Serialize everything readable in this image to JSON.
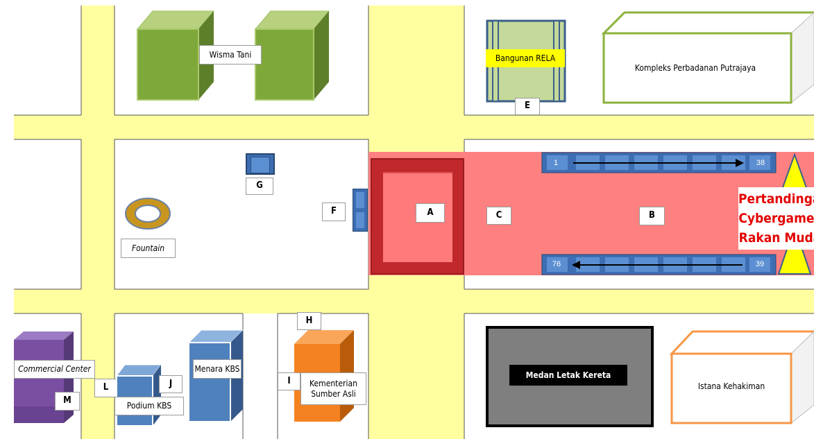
{
  "map": {
    "labels": {
      "wisma_tani": "Wisma Tani",
      "bangunan_rela": "Bangunan RELA",
      "kompleks": "Kompleks Perbadanan Putrajaya",
      "e": "E",
      "g": "G",
      "f": "F",
      "a": "A",
      "c": "C",
      "b": "B",
      "fountain": "Fountain",
      "h": "H",
      "i": "I",
      "j": "J",
      "l": "L",
      "m": "M",
      "commercial_center": "Commercial Center",
      "podium_kbs": "Podium KBS",
      "menara_kbs": "Menara KBS",
      "kementerian_line1": "Kementerian",
      "kementerian_line2": "Sumber Asli",
      "medan_letak_kereta": "Medan Letak Kereta",
      "istana_kehakiman": "Istana Kehakiman"
    },
    "booths": {
      "top_start": "1",
      "top_end": "38",
      "bottom_end": "39",
      "bottom_start": "76"
    },
    "event_title": [
      "Pertandingan",
      "Cybergames",
      "Rakan Muda"
    ],
    "colors": {
      "road": "#ffffa0",
      "event_area": "#ff8080",
      "main_hall": "#c0282c",
      "booth": "#3d6db3",
      "green_building": "#7fa83a",
      "purple_building": "#7a4fa3",
      "blue_building": "#4f81bd",
      "orange_building": "#f58220",
      "parking": "#7f7f7f",
      "event_text": "#e30000"
    }
  }
}
